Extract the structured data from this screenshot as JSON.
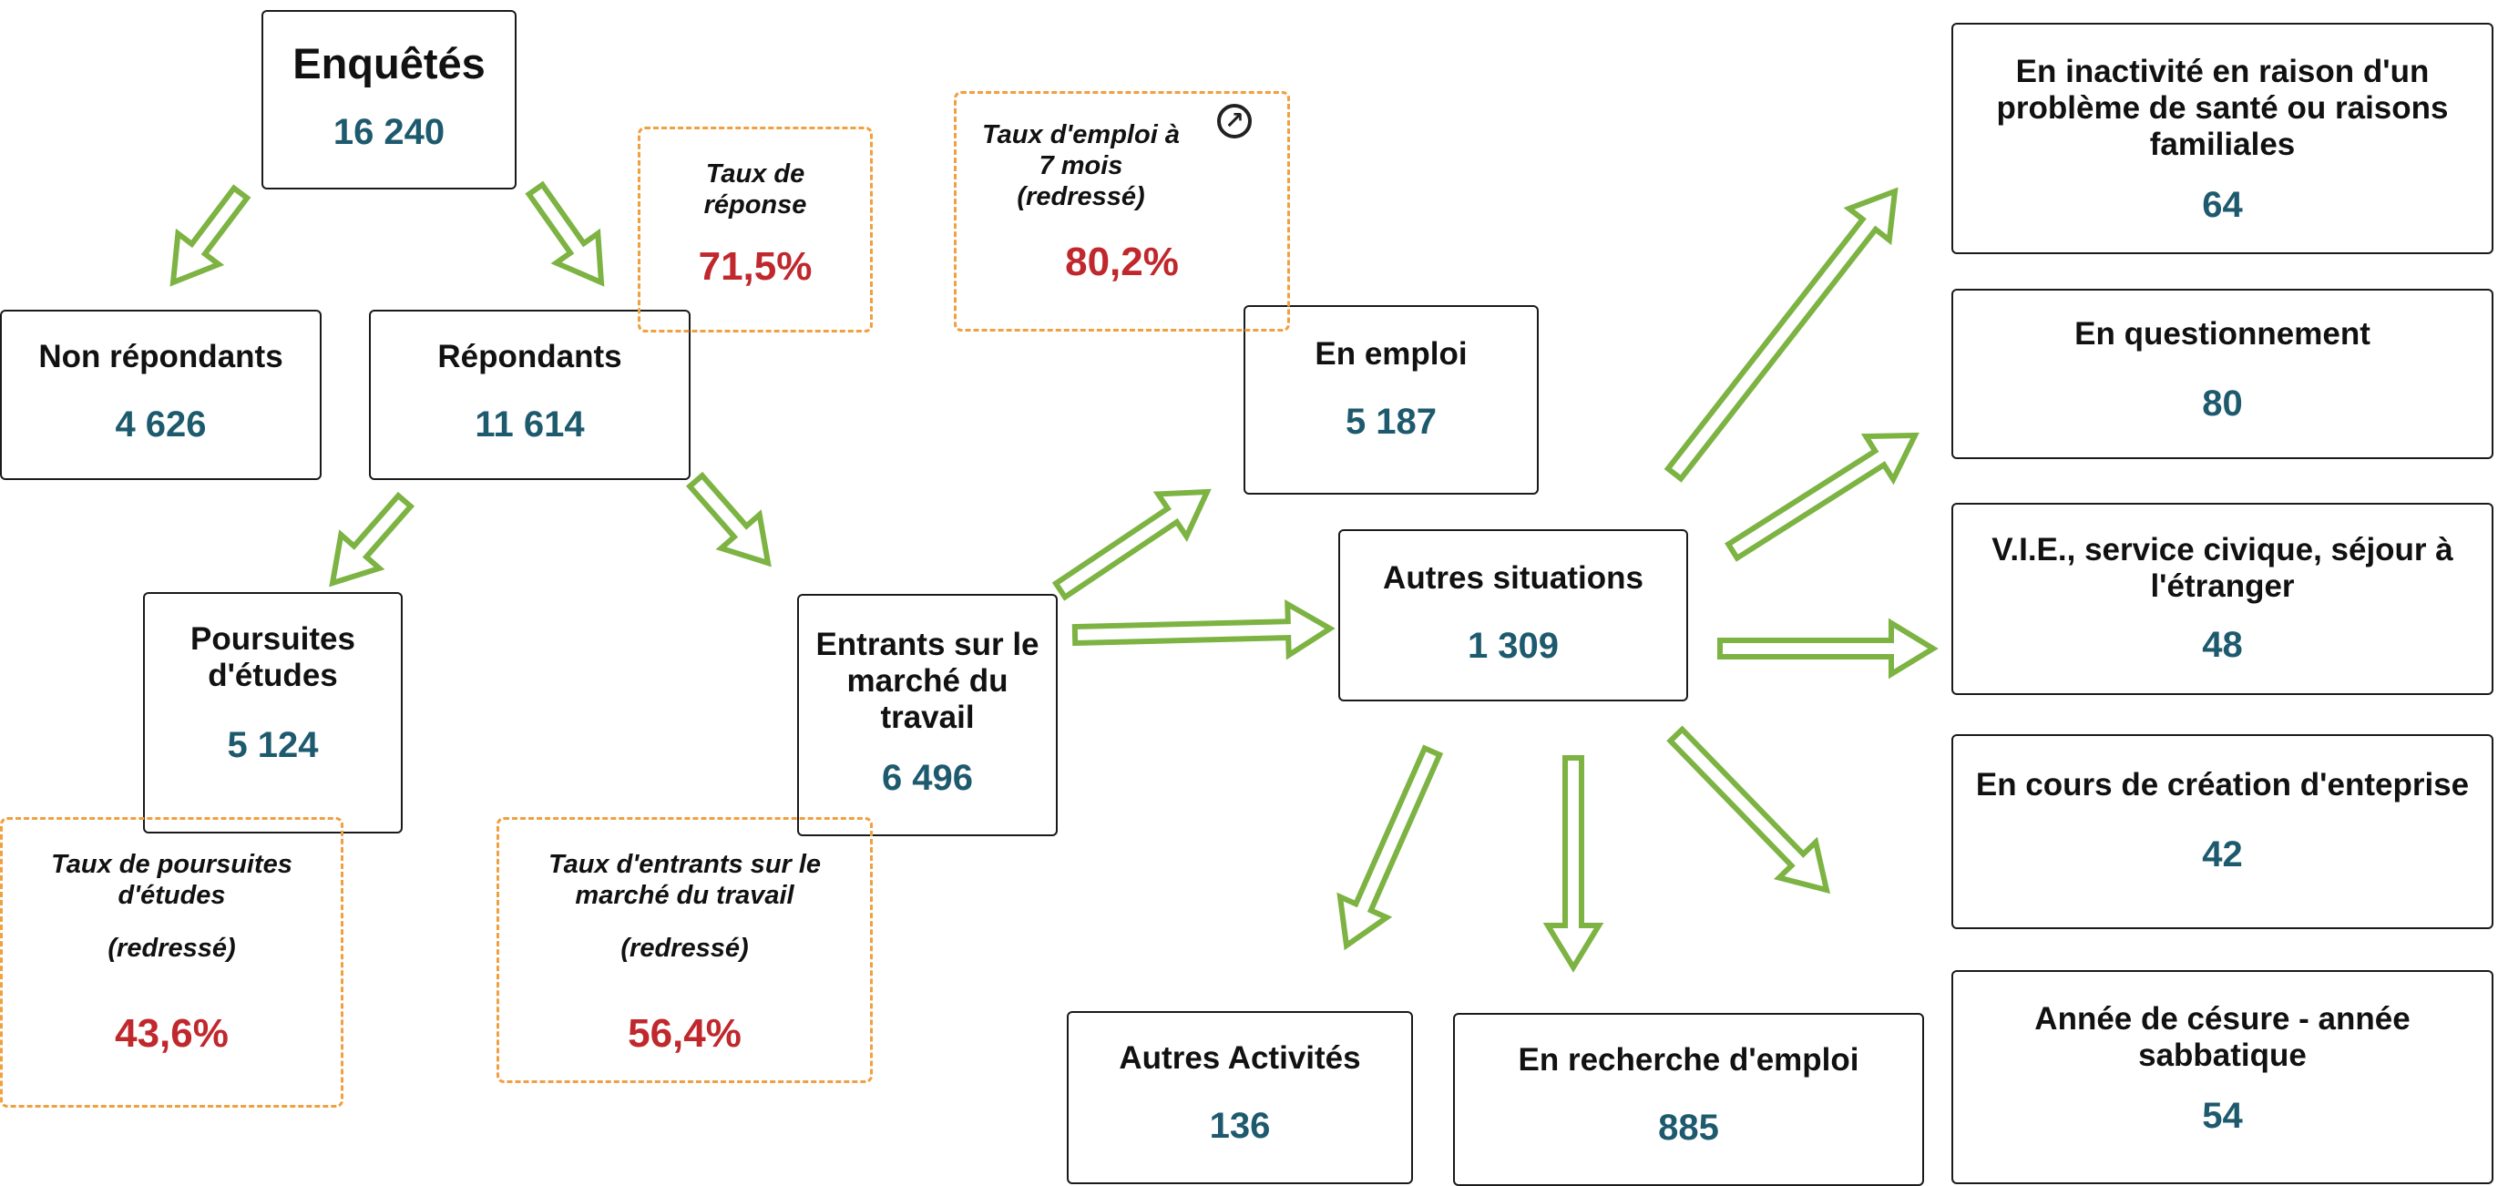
{
  "boxes": {
    "enquetes": {
      "label": "Enquêtés",
      "value": "16 240"
    },
    "non_repondants": {
      "label": "Non répondants",
      "value": "4 626"
    },
    "repondants": {
      "label": "Répondants",
      "value": "11 614"
    },
    "poursuites": {
      "label": "Poursuites d'études",
      "value": "5 124"
    },
    "entrants": {
      "label": "Entrants sur le marché du travail",
      "value": "6 496"
    },
    "en_emploi": {
      "label": "En emploi",
      "value": "5 187"
    },
    "autres_situations": {
      "label": "Autres situations",
      "value": "1 309"
    },
    "autres_activites": {
      "label": "Autres Activités",
      "value": "136"
    },
    "recherche_emploi": {
      "label": "En recherche d'emploi",
      "value": "885"
    },
    "inactivite": {
      "label": "En inactivité en raison d'un problème de santé ou raisons familiales",
      "value": "64"
    },
    "questionnement": {
      "label": "En questionnement",
      "value": "80"
    },
    "vie": {
      "label": "V.I.E., service civique, séjour à l'étranger",
      "value": "48"
    },
    "creation": {
      "label": "En cours de création d'enteprise",
      "value": "42"
    },
    "cesure": {
      "label": "Année de césure - année sabbatique",
      "value": "54"
    }
  },
  "rates": {
    "reponse": {
      "label": "Taux de réponse",
      "value": "71,5%"
    },
    "emploi": {
      "label": "Taux d'emploi à 7 mois (redressé)",
      "value": "80,2%"
    },
    "poursuites": {
      "label": "Taux de poursuites d'études",
      "sublabel": "(redressé)",
      "value": "43,6%"
    },
    "entrants": {
      "label": "Taux d'entrants sur le marché du travail",
      "sublabel": "(redressé)",
      "value": "56,4%"
    }
  },
  "icons": {
    "external_link": "arrow-up-right-circle-icon"
  },
  "colors": {
    "arrow": "#7cb342",
    "value": "#1e5a6e",
    "rate": "#c0282d",
    "rate_border": "#f0a040"
  }
}
